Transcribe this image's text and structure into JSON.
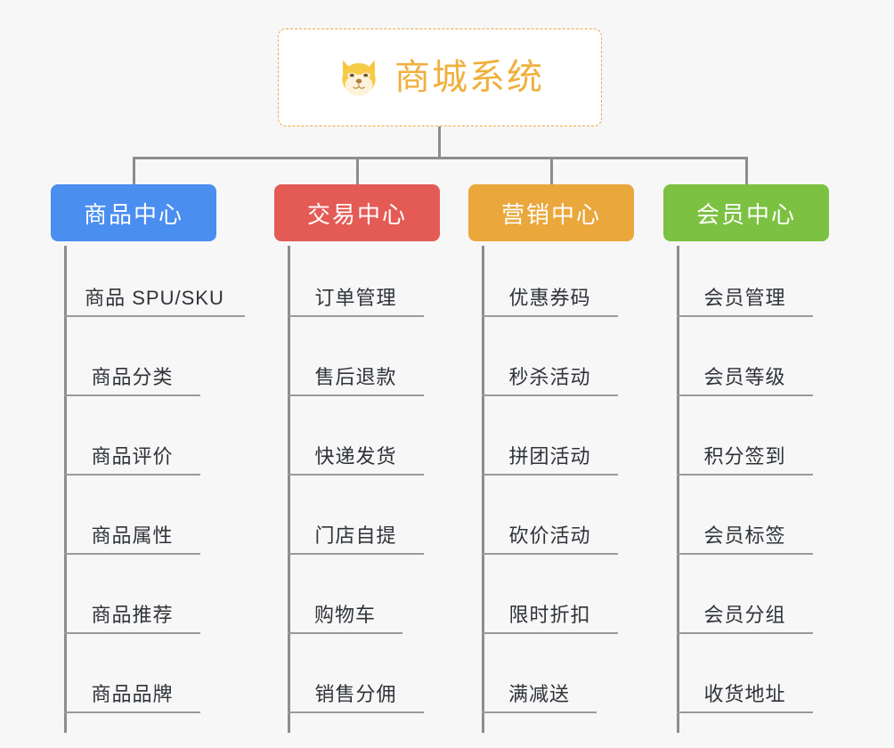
{
  "diagram": {
    "title": "商城系统",
    "type": "org-tree",
    "background_color": "#f7f7f7",
    "root": {
      "label": "商城系统",
      "icon": "shiba-dog-face-icon",
      "text_color": "#f0b03c",
      "border_color": "#e9a93f",
      "border_style": "dashed",
      "fill_color": "#ffffff"
    },
    "connector_color": "#8d8d8d",
    "leaf_text_color": "#2f3338",
    "leaf_rule_color": "#9a9a9a",
    "branches": [
      {
        "label": "商品中心",
        "color": "#4a8ef0",
        "items": [
          "商品 SPU/SKU",
          "商品分类",
          "商品评价",
          "商品属性",
          "商品推荐",
          "商品品牌"
        ]
      },
      {
        "label": "交易中心",
        "color": "#e45b56",
        "items": [
          "订单管理",
          "售后退款",
          "快递发货",
          "门店自提",
          "购物车",
          "销售分佣"
        ]
      },
      {
        "label": "营销中心",
        "color": "#eaa73c",
        "items": [
          "优惠券码",
          "秒杀活动",
          "拼团活动",
          "砍价活动",
          "限时折扣",
          "满减送"
        ]
      },
      {
        "label": "会员中心",
        "color": "#7cc142",
        "items": [
          "会员管理",
          "会员等级",
          "积分签到",
          "会员标签",
          "会员分组",
          "收货地址"
        ]
      }
    ]
  }
}
